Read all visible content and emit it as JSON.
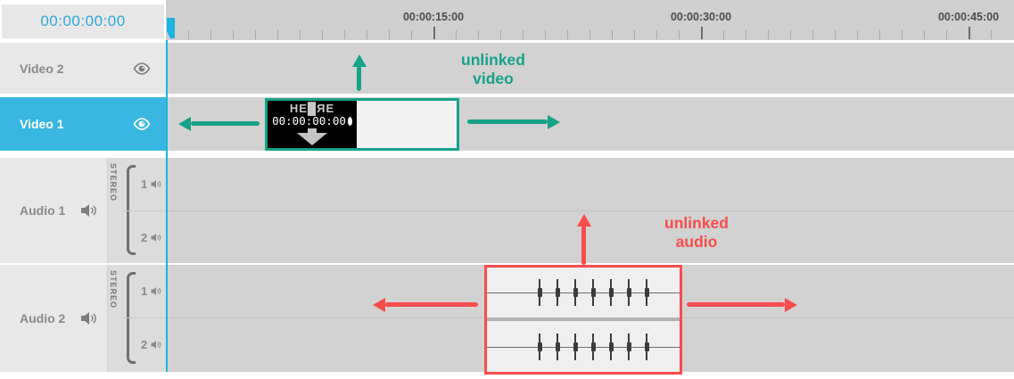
{
  "transport": {
    "timecode": "00:00:00:00"
  },
  "ruler": {
    "labels": [
      {
        "text": "00:00:15:00"
      },
      {
        "text": "00:00:30:00"
      },
      {
        "text": "00:00:45:00"
      }
    ]
  },
  "tracks": {
    "video2": {
      "label": "Video 2"
    },
    "video1": {
      "label": "Video 1",
      "selected": true
    },
    "audio1": {
      "label": "Audio 1",
      "stereo_label": "STEREO",
      "channels": [
        "1",
        "2"
      ]
    },
    "audio2": {
      "label": "Audio 2",
      "stereo_label": "STEREO",
      "channels": [
        "1",
        "2"
      ]
    }
  },
  "clips": {
    "video_clip": {
      "slate_title": "HE█ЯE",
      "slate_timecode": "00:00:00:00"
    },
    "audio_clip": {
      "waveform_spikes_per_channel": 7
    }
  },
  "annotations": {
    "unlinked_video": {
      "line1": "unlinked",
      "line2": "video",
      "color": "#16A287"
    },
    "unlinked_audio": {
      "line1": "unlinked",
      "line2": "audio",
      "color": "#F94C4C"
    }
  },
  "colors": {
    "selected_track": "#39B7E2",
    "playhead": "#1CB5E0",
    "timecode_text": "#2FA9DE",
    "track_background": "#D2D2D2",
    "header_background": "#E8E8E8"
  }
}
